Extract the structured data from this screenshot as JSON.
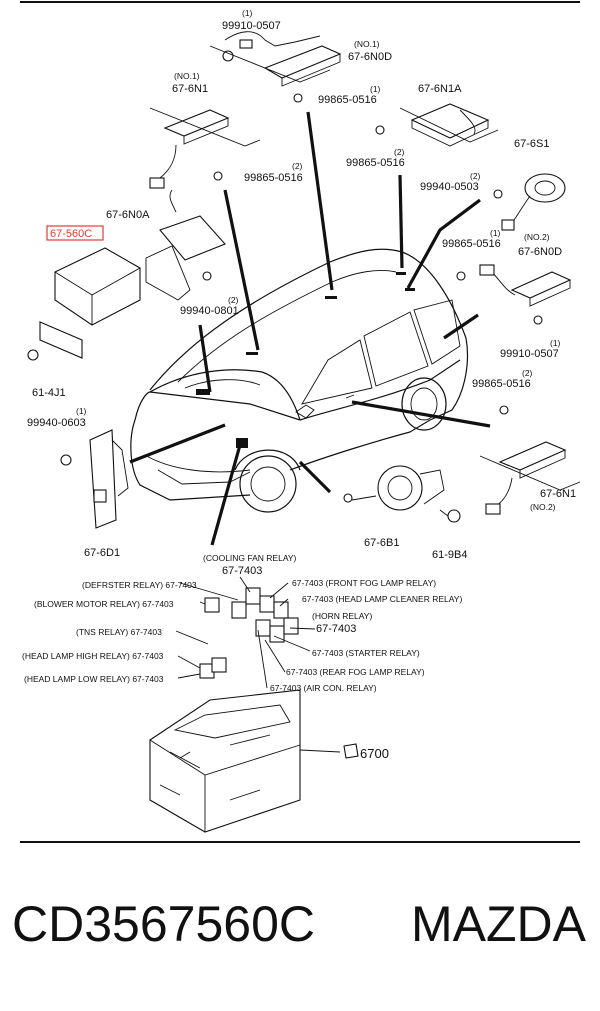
{
  "diagram": {
    "parts": {
      "p99910_top": "99910-0507",
      "p99910_top_qty": "(1)",
      "no1_top": "(NO.1)",
      "p676N0D_top": "67-6N0D",
      "no1_left": "(NO.1)",
      "p676N1_left": "67-6N1",
      "p99865_a_qty": "(1)",
      "p99865_a": "99865-0516",
      "p676N1A": "67-6N1A",
      "p99865_b_qty": "(2)",
      "p99865_b": "99865-0516",
      "p99865_c_qty": "(2)",
      "p99865_c": "99865-0516",
      "p676S1": "67-6S1",
      "p99940_0503_qty": "(2)",
      "p99940_0503": "99940-0503",
      "p67560C": "67-560C",
      "p676N0A": "67-6N0A",
      "p99865_d_qty": "(1)",
      "p99865_d": "99865-0516",
      "no2_right": "(NO.2)",
      "p676N0D_right": "67-6N0D",
      "p99940_0801_qty": "(2)",
      "p99940_0801": "99940-0801",
      "p99910_right_qty": "(1)",
      "p99910_right": "99910-0507",
      "p614J1": "61-4J1",
      "p99865_e_qty": "(2)",
      "p99865_e": "99865-0516",
      "p99940_0603_qty": "(1)",
      "p99940_0603": "99940-0603",
      "p676N1_right": "67-6N1",
      "no2_bottom": "(NO.2)",
      "p676D1": "67-6D1",
      "p676B1": "67-6B1",
      "p619B4": "61-9B4",
      "p6700": "6700"
    },
    "relays": {
      "cooling_fan_caption": "(COOLING FAN RELAY)",
      "cooling_fan_num": "67-7403",
      "defroster": "(DEFRSTER  RELAY) 67-7403",
      "front_fog": "67-7403 (FRONT FOG LAMP RELAY)",
      "blower_motor": "(BLOWER MOTOR RELAY) 67-7403",
      "head_lamp_cleaner": "67-7403 (HEAD LAMP CLEANER RELAY)",
      "horn_caption": "(HORN RELAY)",
      "horn_num": "67-7403",
      "tns": "(TNS RELAY) 67-7403",
      "starter": "67-7403 (STARTER RELAY)",
      "head_lamp_high": "(HEAD LAMP HIGH RELAY) 67-7403",
      "rear_fog": "67-7403 (REAR FOG LAMP RELAY)",
      "head_lamp_low": "(HEAD LAMP LOW RELAY) 67-7403",
      "air_con": "67-7403 (AIR CON. RELAY)"
    },
    "highlight_color": "#e53935"
  },
  "caption": {
    "part_number": "CD3567560C",
    "brand": "MAZDA"
  }
}
